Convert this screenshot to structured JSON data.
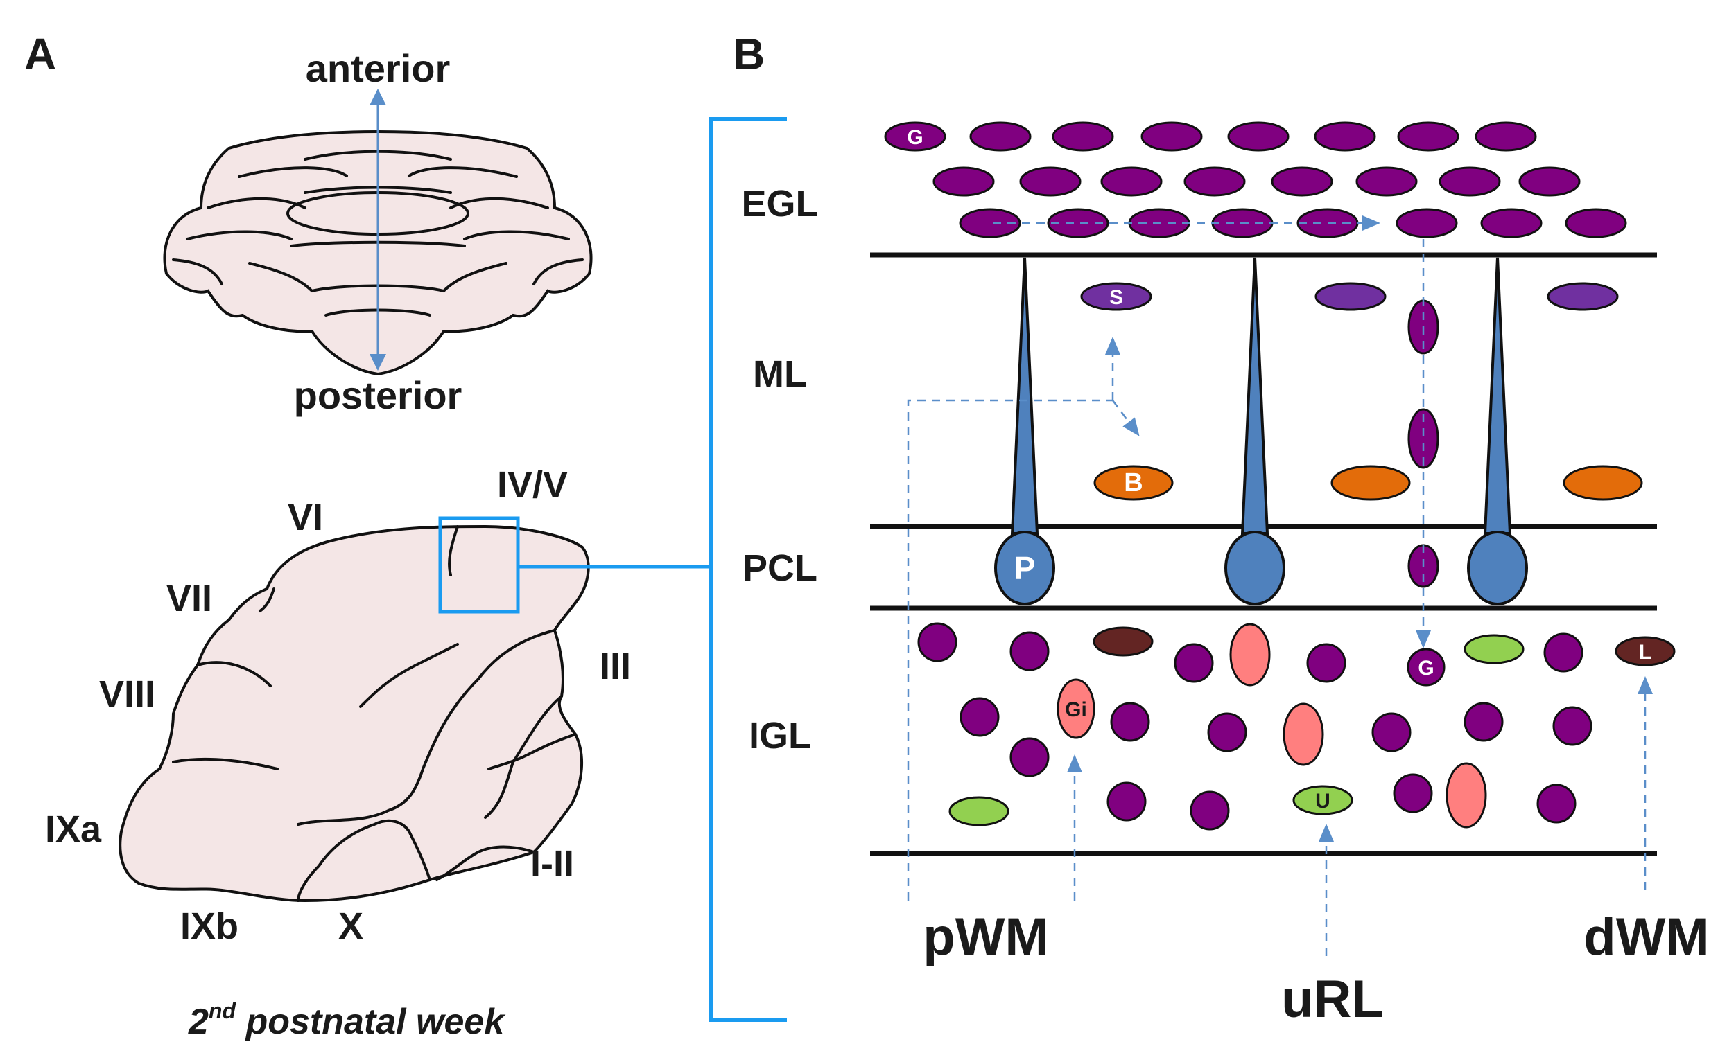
{
  "panels": {
    "a": "A",
    "b": "B"
  },
  "panel_a": {
    "axis_top": "anterior",
    "axis_bottom": "posterior",
    "lobules": {
      "iv_v": "IV/V",
      "vi": "VI",
      "vii": "VII",
      "viii": "VIII",
      "ixa": "IXa",
      "ixb": "IXb",
      "x": "X",
      "i_ii": "I-II",
      "iii": "III"
    },
    "caption": {
      "prefix": "2",
      "superscript": "nd",
      "rest": " postnatal week"
    }
  },
  "panel_b": {
    "layers": [
      "EGL",
      "ML",
      "PCL",
      "IGL"
    ],
    "origins": {
      "pwm": "pWM",
      "url": "uRL",
      "dwm": "dWM"
    },
    "cell_labels": {
      "granule": "G",
      "stellate": "S",
      "basket": "B",
      "purkinje": "P",
      "golgi": "Gi",
      "unipolar_brush": "U",
      "lugaro": "L",
      "granule_igl": "G"
    }
  },
  "colors": {
    "granule": "#800080",
    "stellate": "#7030a0",
    "basket": "#e36c0a",
    "purkinje": "#4f81bd",
    "golgi": "#ff7f7f",
    "unipolar_brush": "#92d050",
    "lugaro": "#632523",
    "bracket": "#1a9bf0",
    "arrow": "#5a8ec9",
    "tissue": "#f4e6e6"
  }
}
